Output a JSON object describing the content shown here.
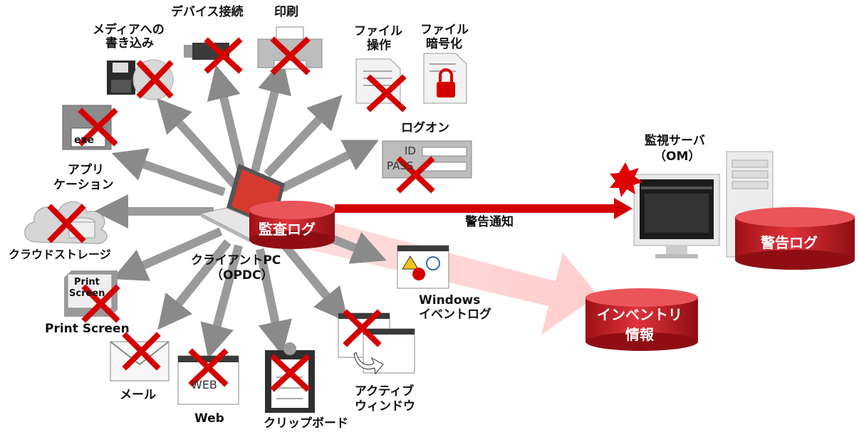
{
  "client": {
    "label_line1": "クライアントPC",
    "label_line2": "（OPDC）"
  },
  "audit_log": {
    "label": "監査ログ"
  },
  "alert_notice": {
    "label": "警告通知"
  },
  "server": {
    "label_line1": "監視サーバ",
    "label_line2": "（OM）"
  },
  "alert_log": {
    "label": "警告ログ"
  },
  "inventory": {
    "label_line1": "インベントリ",
    "label_line2": "情報"
  },
  "windows_log": {
    "label_line1": "Windows",
    "label_line2": "イベントログ"
  },
  "items": {
    "device": "デバイス接続",
    "print": "印刷",
    "media_line1": "メディアへの",
    "media_line2": "書き込み",
    "file_op_line1": "ファイル",
    "file_op_line2": "操作",
    "file_enc_line1": "ファイル",
    "file_enc_line2": "暗号化",
    "logon": "ログオン",
    "app_line1": "アプリ",
    "app_line2": "ケーション",
    "cloud": "クラウドストレージ",
    "printscreen": "Print Screen",
    "mail": "メール",
    "web": "Web",
    "clipboard": "クリップボード",
    "active_line1": "アクティブ",
    "active_line2": "ウィンドウ"
  },
  "icon_text": {
    "exe": "exe",
    "id": "ID",
    "pass": "PASS",
    "print_line1": "Print",
    "print_line2": "Screen",
    "web": "WEB"
  },
  "colors": {
    "accent_red": "#d40000",
    "arrow_gray": "#8a8a8a",
    "cylinder_red": "#c8202a"
  }
}
